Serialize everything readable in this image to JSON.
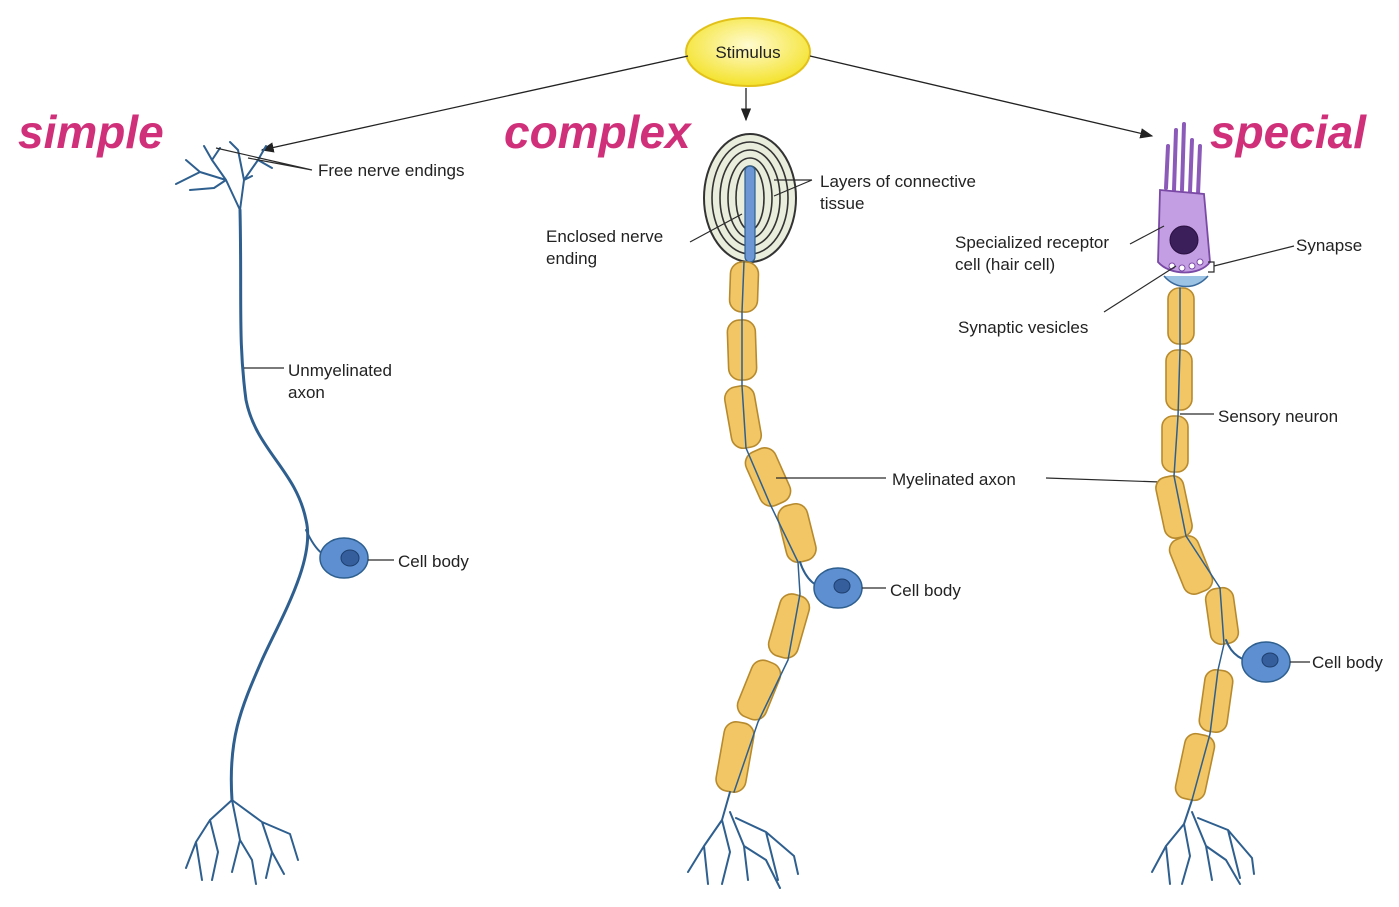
{
  "stimulus": {
    "label": "Stimulus",
    "color": "#f4e22a"
  },
  "categories": {
    "simple": "simple",
    "complex": "complex",
    "special": "special",
    "color": "#d0307a"
  },
  "simple_receptor": {
    "free_nerve_endings": "Free nerve endings",
    "axon_line1": "Unmyelinated",
    "axon_line2": "axon",
    "cell_body": "Cell body"
  },
  "complex_receptor": {
    "layers_line1": "Layers of connective",
    "layers_line2": "tissue",
    "enclosed_line1": "Enclosed nerve",
    "enclosed_line2": "ending",
    "myelinated_axon": "Myelinated axon",
    "cell_body": "Cell body"
  },
  "special_receptor": {
    "receptor_line1": "Specialized receptor",
    "receptor_line2": "cell (hair cell)",
    "synapse": "Synapse",
    "synaptic_vesicles": "Synaptic vesicles",
    "sensory_neuron": "Sensory neuron",
    "cell_body": "Cell body"
  },
  "colors": {
    "nerve": "#2e5f8f",
    "myelin": "#f2c664",
    "cell_body": "#5d8fd1",
    "hair_cell": "#b890d8"
  }
}
